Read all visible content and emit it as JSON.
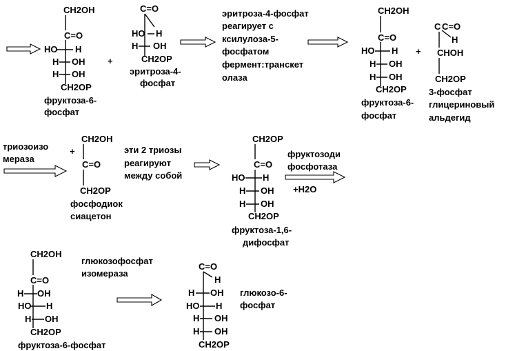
{
  "groups": {
    "ch2oh": "CH2OH",
    "ch2op": "CH2OP",
    "co": "C=O",
    "ho": "HO",
    "oh": "OH",
    "h": "H",
    "c": "C",
    "choh": "CHOH",
    "plus": "+"
  },
  "labels": {
    "fructose6p_a_line1": "фруктоза-6-",
    "fructose6p_a_line2": "фосфат",
    "erythrose4p_line1": "эритроза-4-",
    "erythrose4p_line2": "фосфат",
    "note_line1": "эритроза-4-фосфат",
    "note_line2": "реагирует с",
    "note_line3": "ксилулоза-5-",
    "note_line4": "фосфатом",
    "note_line5": "фермент:транскет",
    "note_line6": "олаза",
    "fructose6p_b_line1": "фруктоза-6-",
    "fructose6p_b_line2": "фосфат",
    "g3p_line1": "3-фосфат",
    "g3p_line2": "глицериновый",
    "g3p_line3": "альдегид",
    "tpi_line1": "триозоизо",
    "tpi_line2": "мераза",
    "dhap_line1": "фосфодиок",
    "dhap_line2": "сиацетон",
    "trioses_line1": "эти 2 триозы",
    "trioses_line2": "реагируют",
    "trioses_line3": "между собой",
    "fbp_line1": "фруктоза-1,6-",
    "fbp_line2": "дифосфат",
    "fbpase_line1": "фруктозоди",
    "fbpase_line2": "фосфотаза",
    "water": "+H2O",
    "f6p_c": "фруктоза-6-фосфат",
    "gpi_line1": "глюкозофосфат",
    "gpi_line2": "изомераза",
    "g6p_line1": "глюкозо-6-",
    "g6p_line2": "фосфат"
  }
}
